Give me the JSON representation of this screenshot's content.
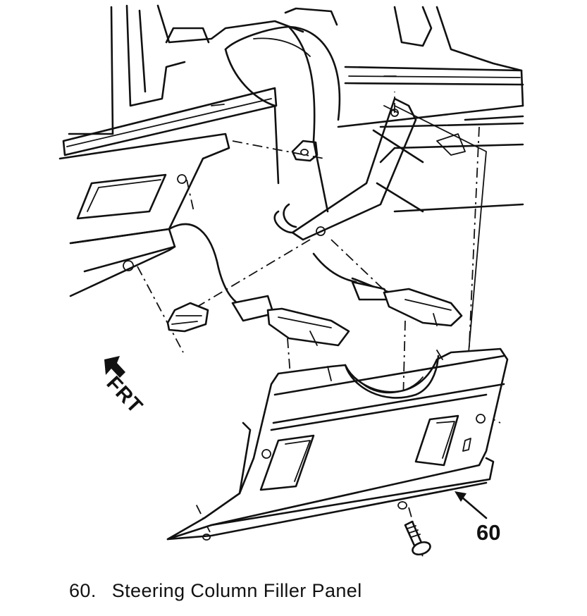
{
  "figure": {
    "callout_number": "60",
    "front_indicator": "FRT",
    "caption": {
      "number": "60.",
      "text": "Steering Column Filler Panel"
    }
  },
  "icons": [
    "front-arrow-icon",
    "screw-icon"
  ]
}
